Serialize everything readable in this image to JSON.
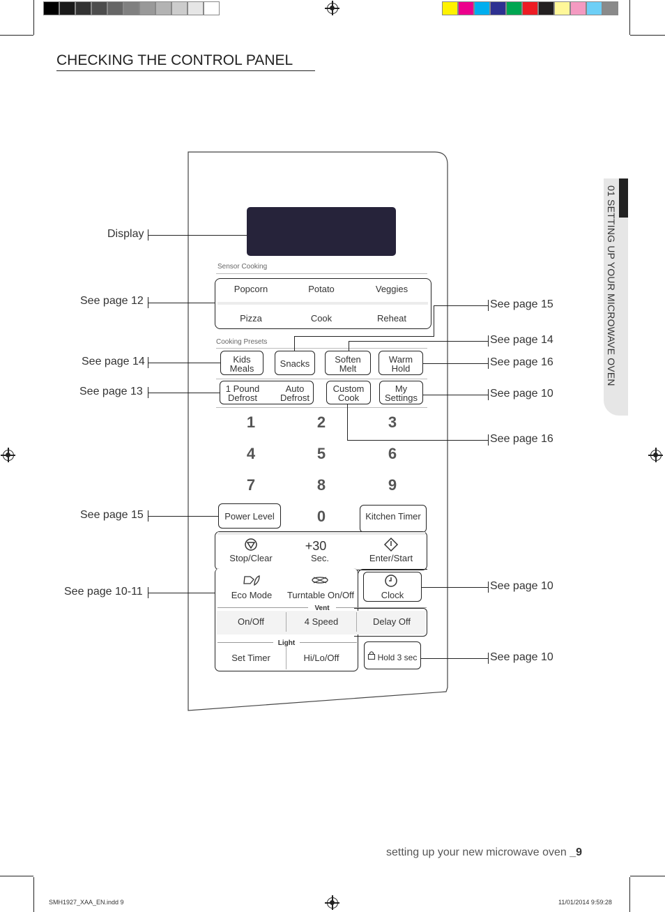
{
  "page": {
    "title": "CHECKING THE CONTROL PANEL",
    "side_tab": "01 SETTING UP YOUR MICROWAVE OVEN",
    "footer": {
      "text": "setting up your new microwave oven",
      "page": "_9"
    },
    "slug": {
      "file": "SMH1927_XAA_EN.indd   9",
      "date": "11/01/2014   9:59:28"
    }
  },
  "colors": {
    "grayscale_bar": [
      "#000000",
      "#1a1a1a",
      "#333333",
      "#4d4d4d",
      "#666666",
      "#808080",
      "#999999",
      "#b3b3b3",
      "#cccccc",
      "#e6e6e6",
      "#ffffff"
    ],
    "color_bar": [
      "#fff200",
      "#ec008c",
      "#00aeef",
      "#2e3192",
      "#00a651",
      "#ed1c24",
      "#231f20",
      "#fff799",
      "#f49ac1",
      "#6dcff6",
      "#8a8a8a"
    ],
    "lcd": "#26233a"
  },
  "panel": {
    "sensor_label": "Sensor Cooking",
    "sensor": {
      "popcorn": "Popcorn",
      "potato": "Potato",
      "veggies": "Veggies",
      "pizza": "Pizza",
      "cook": "Cook",
      "reheat": "Reheat"
    },
    "presets_label": "Cooking Presets",
    "presets": {
      "kids_meals": [
        "Kids",
        "Meals"
      ],
      "snacks": "Snacks",
      "soften_melt": [
        "Soften",
        "Melt"
      ],
      "warm_hold": [
        "Warm",
        "Hold"
      ],
      "pound_defrost": [
        "1 Pound",
        "Defrost"
      ],
      "auto_defrost": [
        "Auto",
        "Defrost"
      ],
      "custom_cook": [
        "Custom",
        "Cook"
      ],
      "my_settings": [
        "My",
        "Settings"
      ]
    },
    "numbers": [
      "1",
      "2",
      "3",
      "4",
      "5",
      "6",
      "7",
      "8",
      "9",
      "0"
    ],
    "power_level": "Power Level",
    "kitchen_timer": "Kitchen Timer",
    "stop_clear": "Stop/Clear",
    "plus30": "+30",
    "sec": "Sec.",
    "enter_start": "Enter/Start",
    "eco_mode": "Eco Mode",
    "turntable": "Turntable On/Off",
    "clock": "Clock",
    "vent_label": "Vent",
    "on_off": "On/Off",
    "four_speed": "4 Speed",
    "delay_off": "Delay Off",
    "light_label": "Light",
    "set_timer": "Set Timer",
    "hi_lo_off": "Hi/Lo/Off",
    "hold_3_sec": "Hold 3 sec"
  },
  "callouts": {
    "display": "Display",
    "sensor": "See page 12",
    "kids": "See page 14",
    "defrost": "See page 13",
    "power": "See page 15",
    "eco": "See page 10-11",
    "reheat": "See page 15",
    "snacks": "See page 14",
    "warm": "See page 16",
    "settings": "See page 10",
    "custom": "See page 16",
    "clock": "See page 10",
    "lock": "See page 10"
  }
}
